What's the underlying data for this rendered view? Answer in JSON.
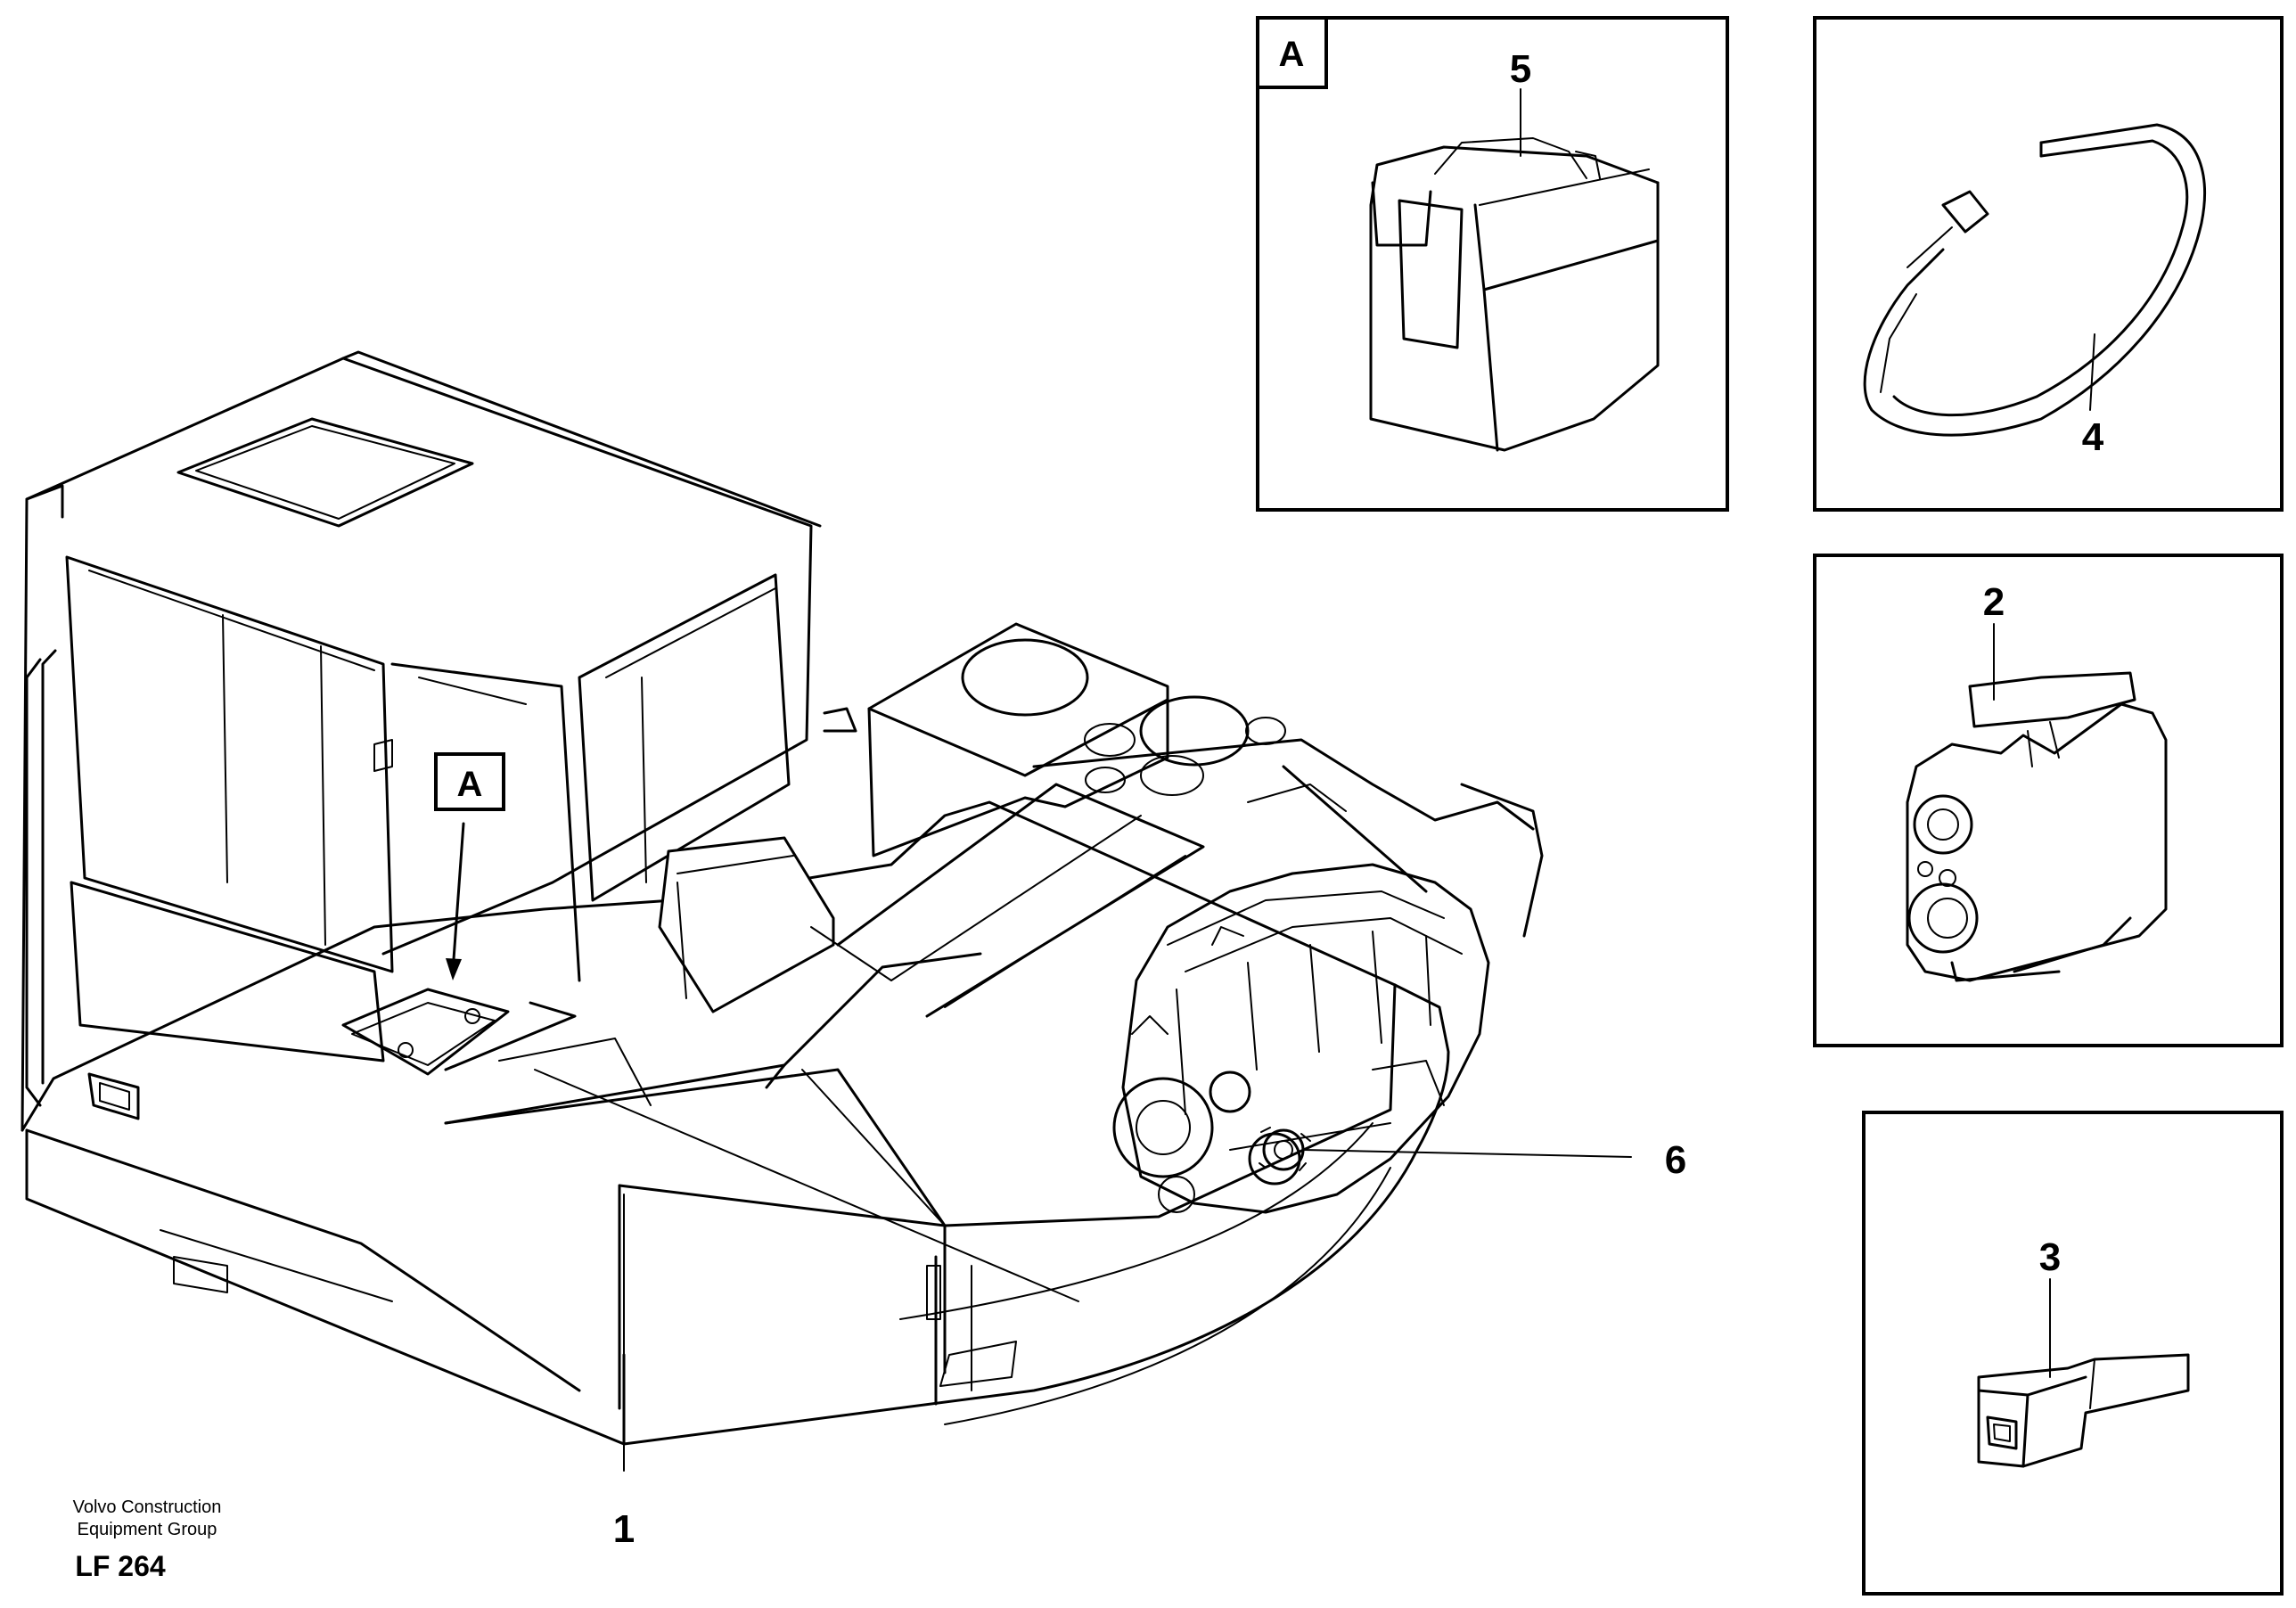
{
  "labels": {
    "callout_1": "1",
    "callout_2": "2",
    "callout_3": "3",
    "callout_4": "4",
    "callout_5": "5",
    "callout_6": "6",
    "detail_tag_main": "A",
    "detail_tag_box": "A"
  },
  "footer": {
    "company_line1": "Volvo Construction",
    "company_line2": "Equipment Group",
    "drawing_code": "LF 264"
  },
  "colors": {
    "line": "#000000",
    "background": "#ffffff"
  }
}
